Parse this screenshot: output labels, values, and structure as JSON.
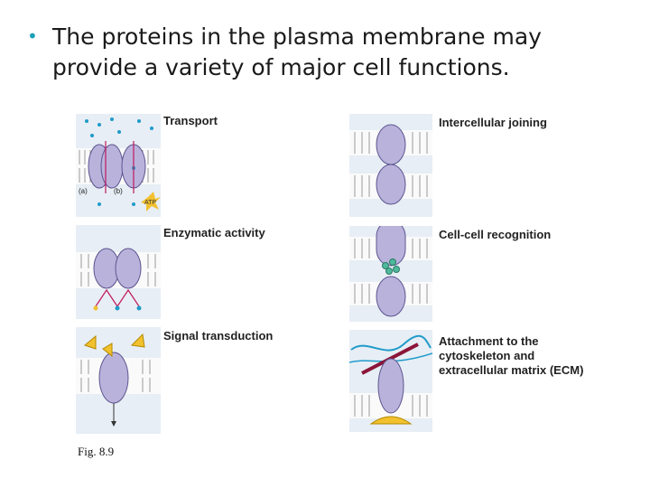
{
  "bullet": {
    "symbol": "•",
    "text": "The proteins in the plasma membrane may provide a variety of major cell functions."
  },
  "figure": {
    "panels": [
      {
        "title": "Transport",
        "sublabels": [
          "(a)",
          "(b)"
        ],
        "atp_label": "ATP"
      },
      {
        "title": "Enzymatic activity"
      },
      {
        "title": "Signal transduction"
      },
      {
        "title": "Intercellular joining"
      },
      {
        "title": "Cell-cell recognition"
      },
      {
        "title": "Attachment to the cytoskeleton and extracellular matrix (ECM)"
      }
    ],
    "caption": "Fig. 8.9"
  },
  "colors": {
    "bullet": "#1ca0b8",
    "protein": "#b9b3dc",
    "protein_stroke": "#5d5590",
    "membrane": "#f3f3f3",
    "water": "#cfe5f2",
    "arrow": "#c2185b",
    "molecule_blue": "#1f9bc9",
    "signal_yellow": "#f2c12e",
    "cytoskeleton": "#8b1538"
  }
}
